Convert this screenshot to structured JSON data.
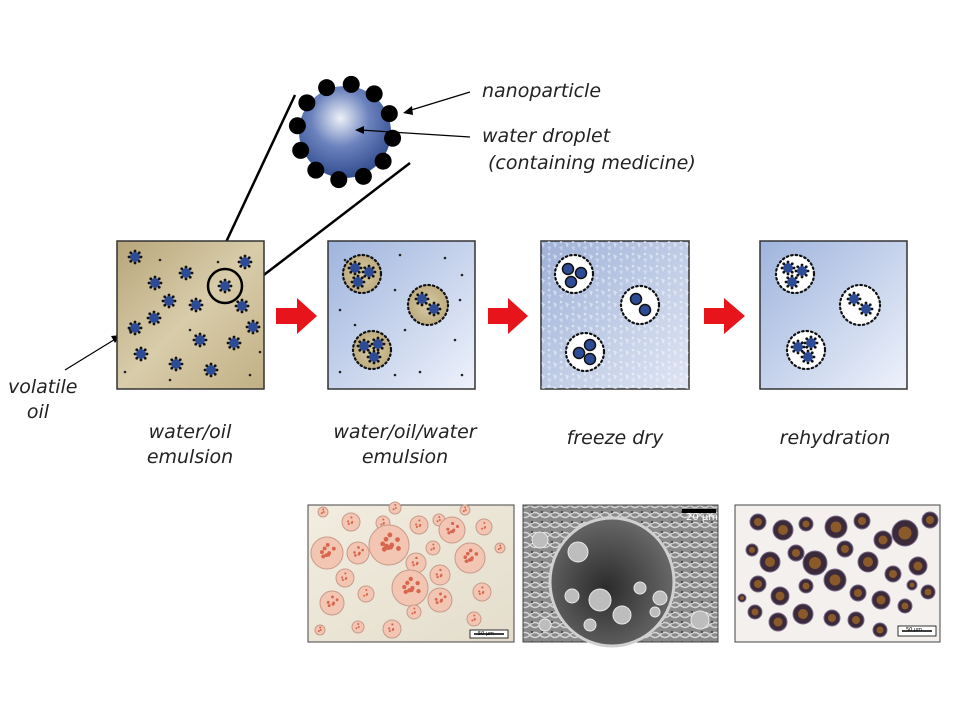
{
  "callouts": {
    "nanoparticle": "nanoparticle",
    "water_droplet": "water droplet",
    "containing_medicine": "(containing medicine)",
    "volatile_oil_line1": "volatile",
    "volatile_oil_line2": "oil"
  },
  "stages": [
    {
      "line1": "water/oil",
      "line2": "emulsion"
    },
    {
      "line1": "water/oil/water",
      "line2": "emulsion"
    },
    {
      "line1": "freeze dry",
      "line2": ""
    },
    {
      "line1": "rehydration",
      "line2": ""
    }
  ],
  "micrographs": {
    "sem_scale": "20 µm",
    "left_scale": "50 µm",
    "right_scale": "50 µm"
  },
  "colors": {
    "oil": "#c9b98e",
    "water": "#b8c8e6",
    "droplet": "#2e4c96",
    "arrow": "#e8141b"
  }
}
